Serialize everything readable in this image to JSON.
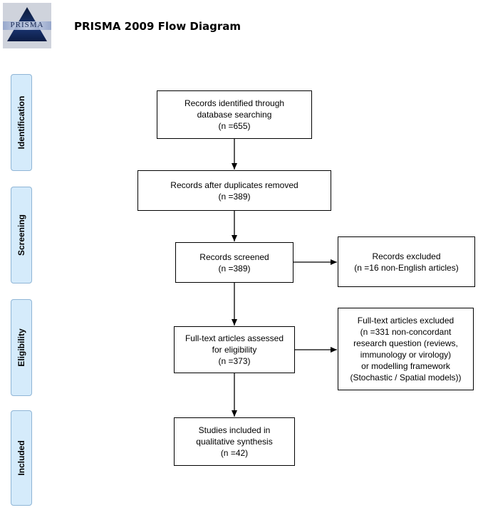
{
  "header": {
    "logo_text": "PRISMA",
    "title": "PRISMA 2009 Flow Diagram"
  },
  "stages": [
    "Identification",
    "Screening",
    "Eligibility",
    "Included"
  ],
  "boxes": {
    "identified": {
      "line1": "Records identified through",
      "line2": "database searching",
      "line3": "(n =655)"
    },
    "duplicates_removed": {
      "line1": "Records after duplicates removed",
      "line2": "(n =389)"
    },
    "screened": {
      "line1": "Records screened",
      "line2": "(n =389)"
    },
    "excluded": {
      "line1": "Records excluded",
      "line2": "(n =16 non-English articles)"
    },
    "fulltext_assessed": {
      "line1": "Full-text articles assessed",
      "line2": "for eligibility",
      "line3": "(n =373)"
    },
    "fulltext_excluded": {
      "line1": "Full-text articles excluded",
      "line2": "(n =331 non-concordant",
      "line3": "research question (reviews,",
      "line4": "immunology or virology)",
      "line5": "or modelling framework",
      "line6": "(Stochastic / Spatial models))"
    },
    "included": {
      "line1": "Studies included in",
      "line2": "qualitative synthesis",
      "line3": "(n =42)"
    }
  }
}
